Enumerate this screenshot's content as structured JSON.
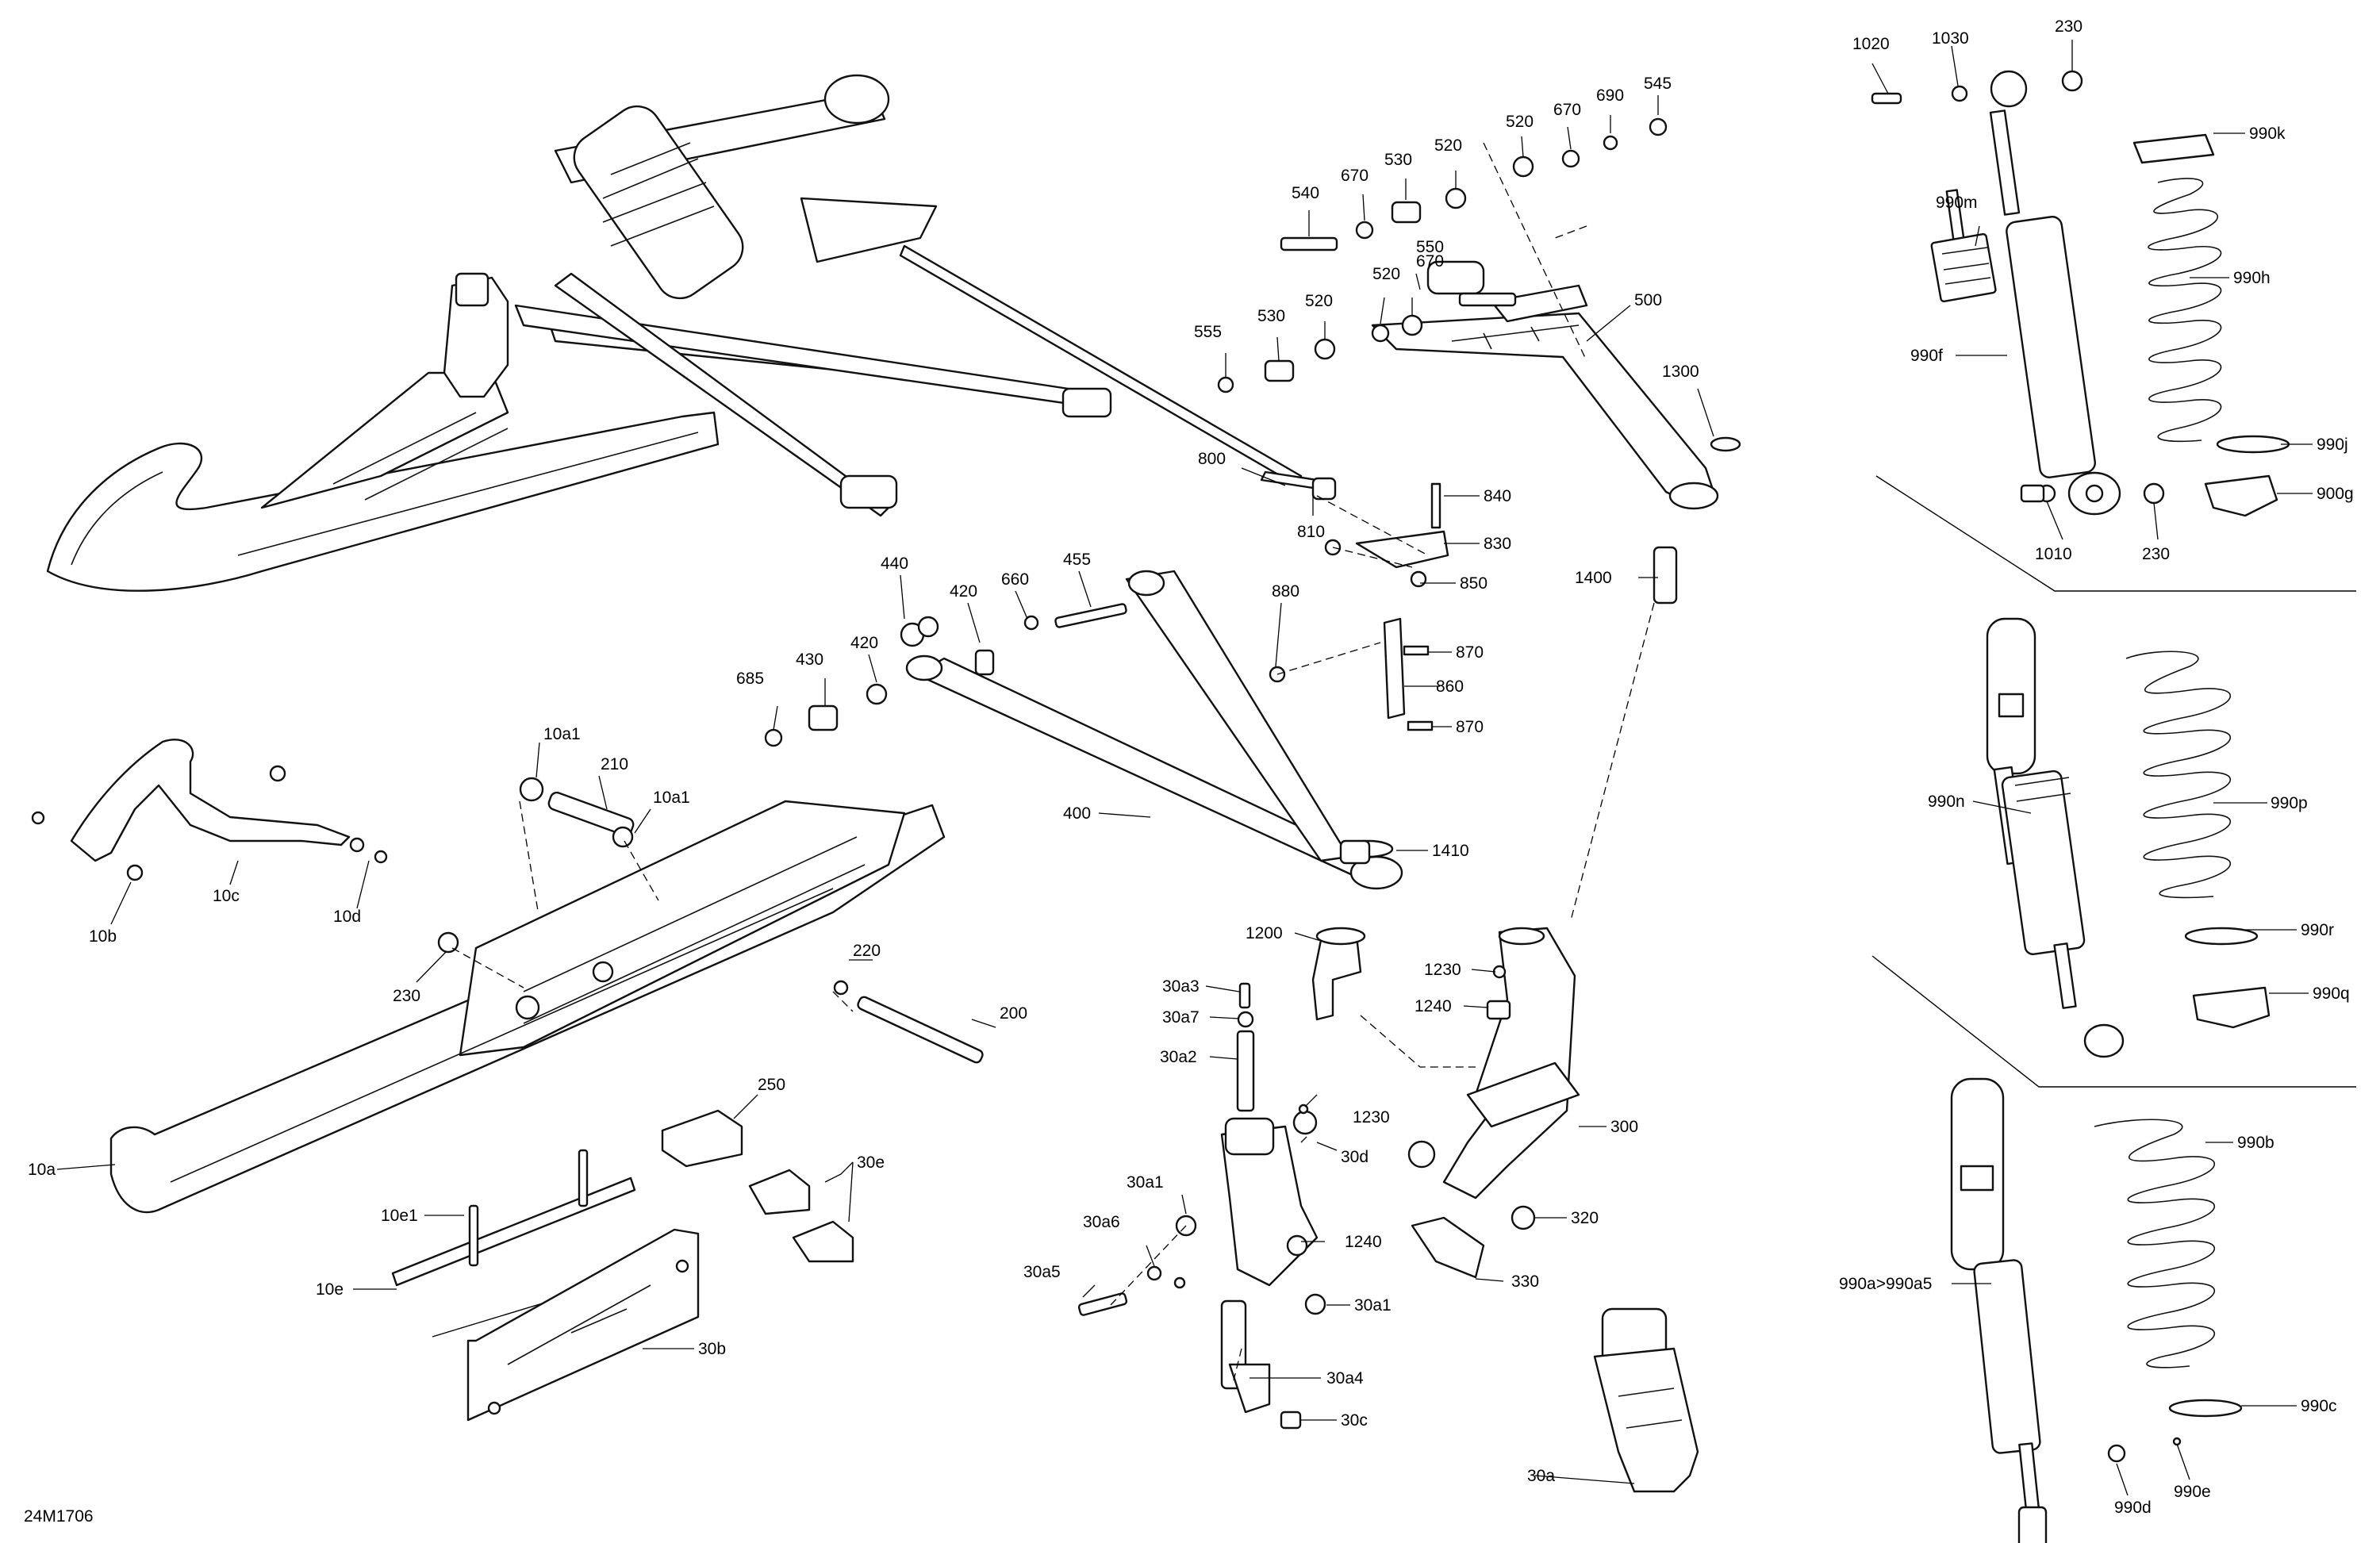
{
  "figure_code": "24M1706",
  "callouts": {
    "c1020": "1020",
    "c1030": "1030",
    "c230a": "230",
    "c990k": "990k",
    "c990h": "990h",
    "c990m": "990m",
    "c990f": "990f",
    "c990j": "990j",
    "c900g": "900g",
    "c1010": "1010",
    "c230b": "230",
    "c990n": "990n",
    "c990p": "990p",
    "c990r": "990r",
    "c990q": "990q",
    "c990b": "990b",
    "c990a": "990a>990a5",
    "c990c": "990c",
    "c990d": "990d",
    "c990e": "990e",
    "c545": "545",
    "c690": "690",
    "c670a": "670",
    "c520a": "520",
    "c520b": "520",
    "c530a": "530",
    "c670b": "670",
    "c540": "540",
    "c550": "550",
    "c520c": "520",
    "c670c": "670",
    "c500": "500",
    "c555": "555",
    "c530b": "530",
    "c520d": "520",
    "c1300": "1300",
    "c800": "800",
    "c810": "810",
    "c840": "840",
    "c830": "830",
    "c880": "880",
    "c850": "850",
    "c1400": "1400",
    "c870a": "870",
    "c860": "860",
    "c870b": "870",
    "c440": "440",
    "c420a": "420",
    "c660": "660",
    "c455": "455",
    "c420b": "420",
    "c430": "430",
    "c685": "685",
    "c400": "400",
    "c1410": "1410",
    "c1200": "1200",
    "c1230a": "1230",
    "c1240a": "1240",
    "c30a3": "30a3",
    "c30a7": "30a7",
    "c30a2": "30a2",
    "c1230b": "1230",
    "c30d": "30d",
    "c300": "300",
    "c30a1a": "30a1",
    "c320": "320",
    "c30a6": "30a6",
    "c1240b": "1240",
    "c330": "330",
    "c30a5": "30a5",
    "c30a1b": "30a1",
    "c30a4": "30a4",
    "c30c": "30c",
    "c30a": "30a",
    "c10a1a": "10a1",
    "c210": "210",
    "c10a1b": "10a1",
    "c10c": "10c",
    "c10b": "10b",
    "c10d": "10d",
    "c230c": "230",
    "c220": "220",
    "c200": "200",
    "c250": "250",
    "c30e": "30e",
    "c10a": "10a",
    "c10e1": "10e1",
    "c10e": "10e",
    "c30b": "30b"
  }
}
